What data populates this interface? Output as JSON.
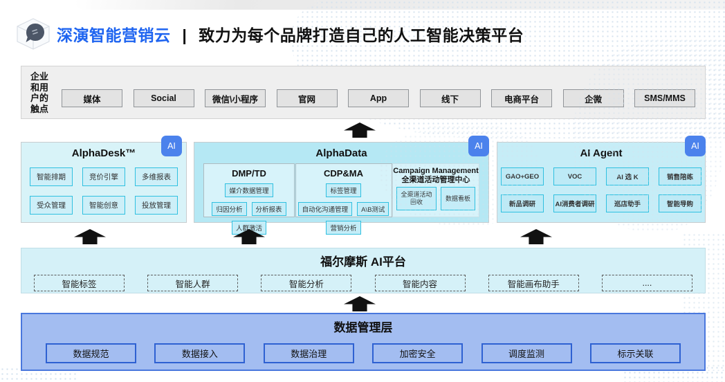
{
  "header": {
    "brand": "深演智能营销云",
    "separator": "|",
    "tagline": "致力为每个品牌打造自己的人工智能决策平台"
  },
  "touchpoints": {
    "label": "企业和用户的触点",
    "items": [
      "媒体",
      "Social",
      "微信\\小程序",
      "官网",
      "App",
      "线下",
      "电商平台",
      "企微",
      "SMS/MMS"
    ]
  },
  "panels": {
    "alphadesk": {
      "title": "AlphaDesk™",
      "badge": "AI",
      "items": [
        "智能排期",
        "竞价引擎",
        "多维报表",
        "受众管理",
        "智能创意",
        "投放管理"
      ]
    },
    "alphadata": {
      "title": "AlphaData",
      "badge": "AI",
      "groups": [
        {
          "title_lines": [
            "DMP/TD"
          ],
          "items": [
            "媒介数据管理",
            "归因分析",
            "分析报表",
            "人群激活"
          ]
        },
        {
          "title_lines": [
            "CDP&MA"
          ],
          "items": [
            "标签管理",
            "自动化沟通管理",
            "A\\B测试",
            "营销分析"
          ]
        },
        {
          "title_lines": [
            "Campaign Management",
            "全渠道活动管理中心"
          ],
          "items": [
            "全渠道活动回收",
            "数据看板"
          ]
        }
      ]
    },
    "aiagent": {
      "title": "AI Agent",
      "badge": "AI",
      "items": [
        "GAO+GEO",
        "VOC",
        "AI 选 K",
        "销售陪练",
        "新品调研",
        "AI消费者调研",
        "巡店助手",
        "智能导购"
      ]
    }
  },
  "ai_platform": {
    "title": "福尔摩斯 AI平台",
    "items": [
      "智能标签",
      "智能人群",
      "智能分析",
      "智能内容",
      "智能画布助手",
      "...."
    ]
  },
  "data_layer": {
    "title": "数据管理层",
    "items": [
      "数据规范",
      "数据接入",
      "数据治理",
      "加密安全",
      "调度监测",
      "标示关联"
    ]
  },
  "colors": {
    "brand_blue": "#1e64f0",
    "ai_badge_blue": "#4b82ec",
    "cyan_border": "#2fc0e0",
    "panel_cyan_light": "#d8f3f8",
    "panel_cyan": "#b5e8f4",
    "panel_cyan_agent": "#c6edf7",
    "platform_cyan": "#d5f1f8",
    "data_layer_blue": "#a3bdf1",
    "data_border_blue": "#2e61d2",
    "arrow_black": "#111111"
  }
}
